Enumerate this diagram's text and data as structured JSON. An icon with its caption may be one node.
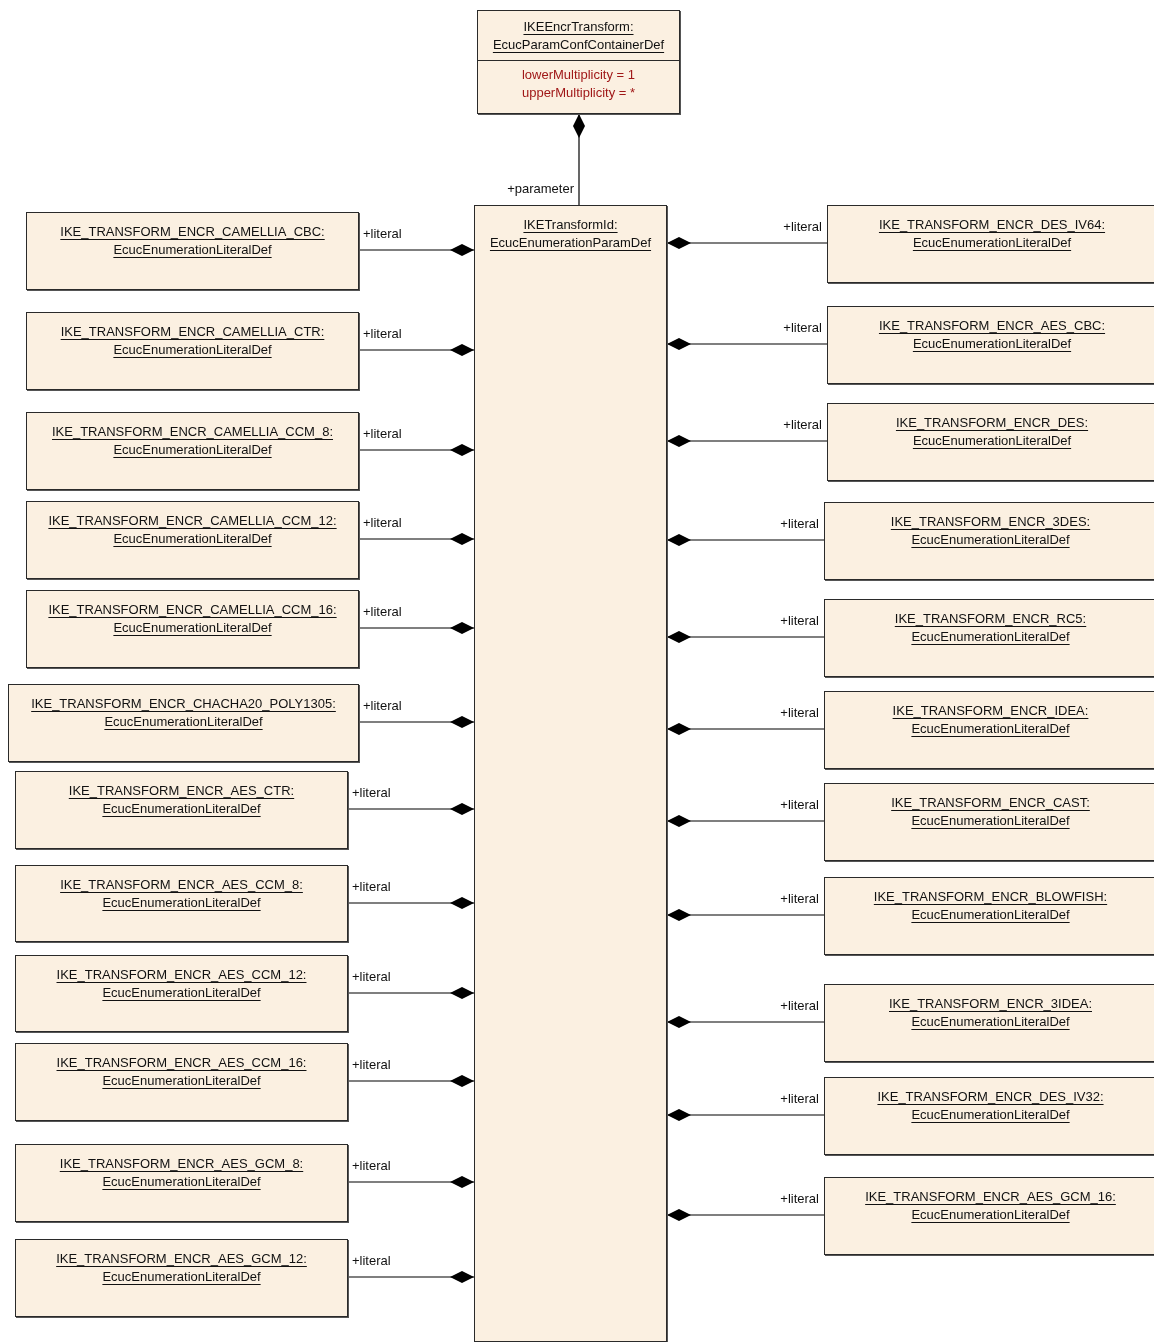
{
  "diagram": {
    "nodes": [
      {
        "text": [
          "IKEEncrTransform: EcucParamConfContainerDef",
          "lowerMultiplicity = 1",
          "upperMultiplicity = *"
        ]
      },
      {
        "text": [
          "IKETransformId: EcucEnumerationParamDef"
        ]
      },
      {
        "text": [
          "IKE_TRANSFORM_ENCR_CAMELLIA_CBC: EcucEnumerationLiteralDef"
        ]
      },
      {
        "text": [
          "IKE_TRANSFORM_ENCR_CAMELLIA_CTR: EcucEnumerationLiteralDef"
        ]
      },
      {
        "text": [
          "IKE_TRANSFORM_ENCR_CAMELLIA_CCM_8: EcucEnumerationLiteralDef"
        ]
      },
      {
        "text": [
          "IKE_TRANSFORM_ENCR_CAMELLIA_CCM_12: EcucEnumerationLiteralDef"
        ]
      },
      {
        "text": [
          "IKE_TRANSFORM_ENCR_CAMELLIA_CCM_16: EcucEnumerationLiteralDef"
        ]
      },
      {
        "text": [
          "IKE_TRANSFORM_ENCR_CHACHA20_POLY1305: EcucEnumerationLiteralDef"
        ]
      },
      {
        "text": [
          "IKE_TRANSFORM_ENCR_AES_CTR: EcucEnumerationLiteralDef"
        ]
      },
      {
        "text": [
          "IKE_TRANSFORM_ENCR_AES_CCM_8: EcucEnumerationLiteralDef"
        ]
      },
      {
        "text": [
          "IKE_TRANSFORM_ENCR_AES_CCM_12: EcucEnumerationLiteralDef"
        ]
      },
      {
        "text": [
          "IKE_TRANSFORM_ENCR_AES_CCM_16: EcucEnumerationLiteralDef"
        ]
      },
      {
        "text": [
          "IKE_TRANSFORM_ENCR_AES_GCM_8: EcucEnumerationLiteralDef"
        ]
      },
      {
        "text": [
          "IKE_TRANSFORM_ENCR_AES_GCM_12: EcucEnumerationLiteralDef"
        ]
      },
      {
        "text": [
          "IKE_TRANSFORM_ENCR_DES_IV64: EcucEnumerationLiteralDef"
        ]
      },
      {
        "text": [
          "IKE_TRANSFORM_ENCR_AES_CBC: EcucEnumerationLiteralDef"
        ]
      },
      {
        "text": [
          "IKE_TRANSFORM_ENCR_DES: EcucEnumerationLiteralDef"
        ]
      },
      {
        "text": [
          "IKE_TRANSFORM_ENCR_3DES: EcucEnumerationLiteralDef"
        ]
      },
      {
        "text": [
          "IKE_TRANSFORM_ENCR_RC5: EcucEnumerationLiteralDef"
        ]
      },
      {
        "text": [
          "IKE_TRANSFORM_ENCR_IDEA: EcucEnumerationLiteralDef"
        ]
      },
      {
        "text": [
          "IKE_TRANSFORM_ENCR_CAST: EcucEnumerationLiteralDef"
        ]
      },
      {
        "text": [
          "IKE_TRANSFORM_ENCR_BLOWFISH: EcucEnumerationLiteralDef"
        ]
      },
      {
        "text": [
          "IKE_TRANSFORM_ENCR_3IDEA: EcucEnumerationLiteralDef"
        ]
      },
      {
        "text": [
          "IKE_TRANSFORM_ENCR_DES_IV32: EcucEnumerationLiteralDef"
        ]
      },
      {
        "text": [
          "IKE_TRANSFORM_ENCR_AES_GCM_16: EcucEnumerationLiteralDef"
        ]
      }
    ],
    "edges": [
      {
        "from": 0,
        "to": 1,
        "arrow": "other",
        "label": "+parameter"
      },
      {
        "from": 1,
        "to": 2,
        "arrow": "other",
        "label": "+literal"
      },
      {
        "from": 1,
        "to": 3,
        "arrow": "other",
        "label": "+literal"
      },
      {
        "from": 1,
        "to": 4,
        "arrow": "other",
        "label": "+literal"
      },
      {
        "from": 1,
        "to": 5,
        "arrow": "other",
        "label": "+literal"
      },
      {
        "from": 1,
        "to": 6,
        "arrow": "other",
        "label": "+literal"
      },
      {
        "from": 1,
        "to": 7,
        "arrow": "other",
        "label": "+literal"
      },
      {
        "from": 1,
        "to": 8,
        "arrow": "other",
        "label": "+literal"
      },
      {
        "from": 1,
        "to": 9,
        "arrow": "other",
        "label": "+literal"
      },
      {
        "from": 1,
        "to": 10,
        "arrow": "other",
        "label": "+literal"
      },
      {
        "from": 1,
        "to": 11,
        "arrow": "other",
        "label": "+literal"
      },
      {
        "from": 1,
        "to": 12,
        "arrow": "other",
        "label": "+literal"
      },
      {
        "from": 1,
        "to": 13,
        "arrow": "other",
        "label": "+literal"
      },
      {
        "from": 1,
        "to": 14,
        "arrow": "other",
        "label": "+literal"
      },
      {
        "from": 1,
        "to": 15,
        "arrow": "other",
        "label": "+literal"
      },
      {
        "from": 1,
        "to": 16,
        "arrow": "other",
        "label": "+literal"
      },
      {
        "from": 1,
        "to": 17,
        "arrow": "other",
        "label": "+literal"
      },
      {
        "from": 1,
        "to": 18,
        "arrow": "other",
        "label": "+literal"
      },
      {
        "from": 1,
        "to": 19,
        "arrow": "other",
        "label": "+literal"
      },
      {
        "from": 1,
        "to": 20,
        "arrow": "other",
        "label": "+literal"
      },
      {
        "from": 1,
        "to": 21,
        "arrow": "other",
        "label": "+literal"
      },
      {
        "from": 1,
        "to": 22,
        "arrow": "other",
        "label": "+literal"
      },
      {
        "from": 1,
        "to": 23,
        "arrow": "other",
        "label": "+literal"
      },
      {
        "from": 1,
        "to": 24,
        "arrow": "other",
        "label": "+literal"
      }
    ]
  }
}
